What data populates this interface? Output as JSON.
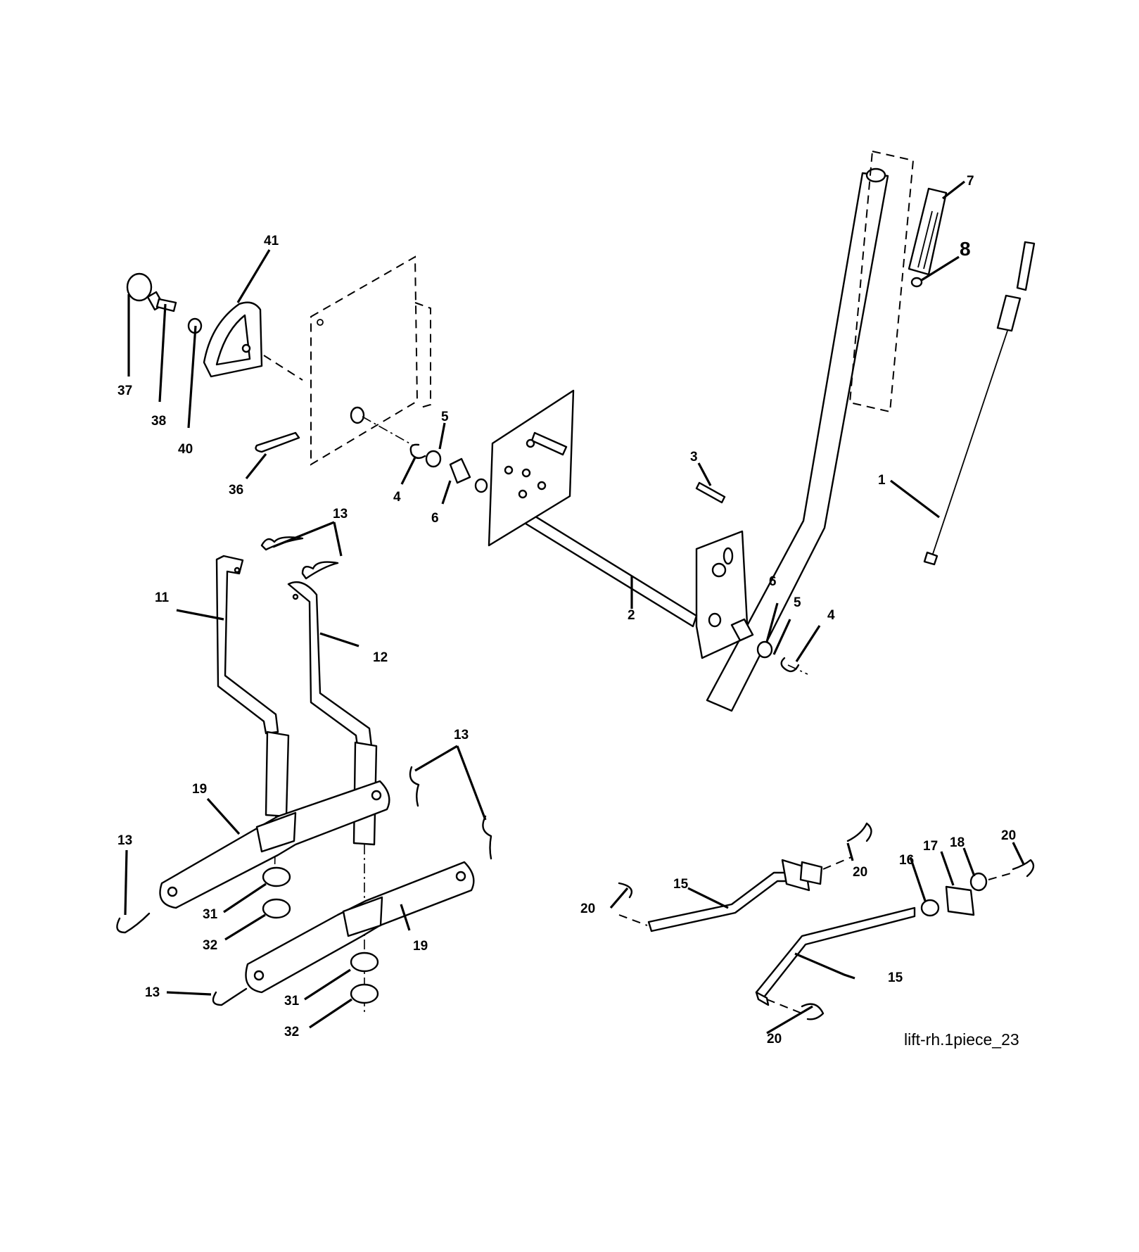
{
  "diagram": {
    "caption": "lift-rh.1piece_23",
    "callouts": {
      "c1": "1",
      "c2": "2",
      "c3": "3",
      "c4a": "4",
      "c4b": "4",
      "c5a": "5",
      "c5b": "5",
      "c6a": "6",
      "c6b": "6",
      "c7": "7",
      "c8": "8",
      "c11": "11",
      "c12": "12",
      "c13a": "13",
      "c13b": "13",
      "c13c": "13",
      "c13d": "13",
      "c15a": "15",
      "c15b": "15",
      "c16": "16",
      "c17": "17",
      "c18": "18",
      "c19a": "19",
      "c19b": "19",
      "c20a": "20",
      "c20b": "20",
      "c20c": "20",
      "c20d": "20",
      "c31a": "31",
      "c31b": "31",
      "c32a": "32",
      "c32b": "32",
      "c36": "36",
      "c37": "37",
      "c38": "38",
      "c40": "40",
      "c41": "41"
    }
  }
}
